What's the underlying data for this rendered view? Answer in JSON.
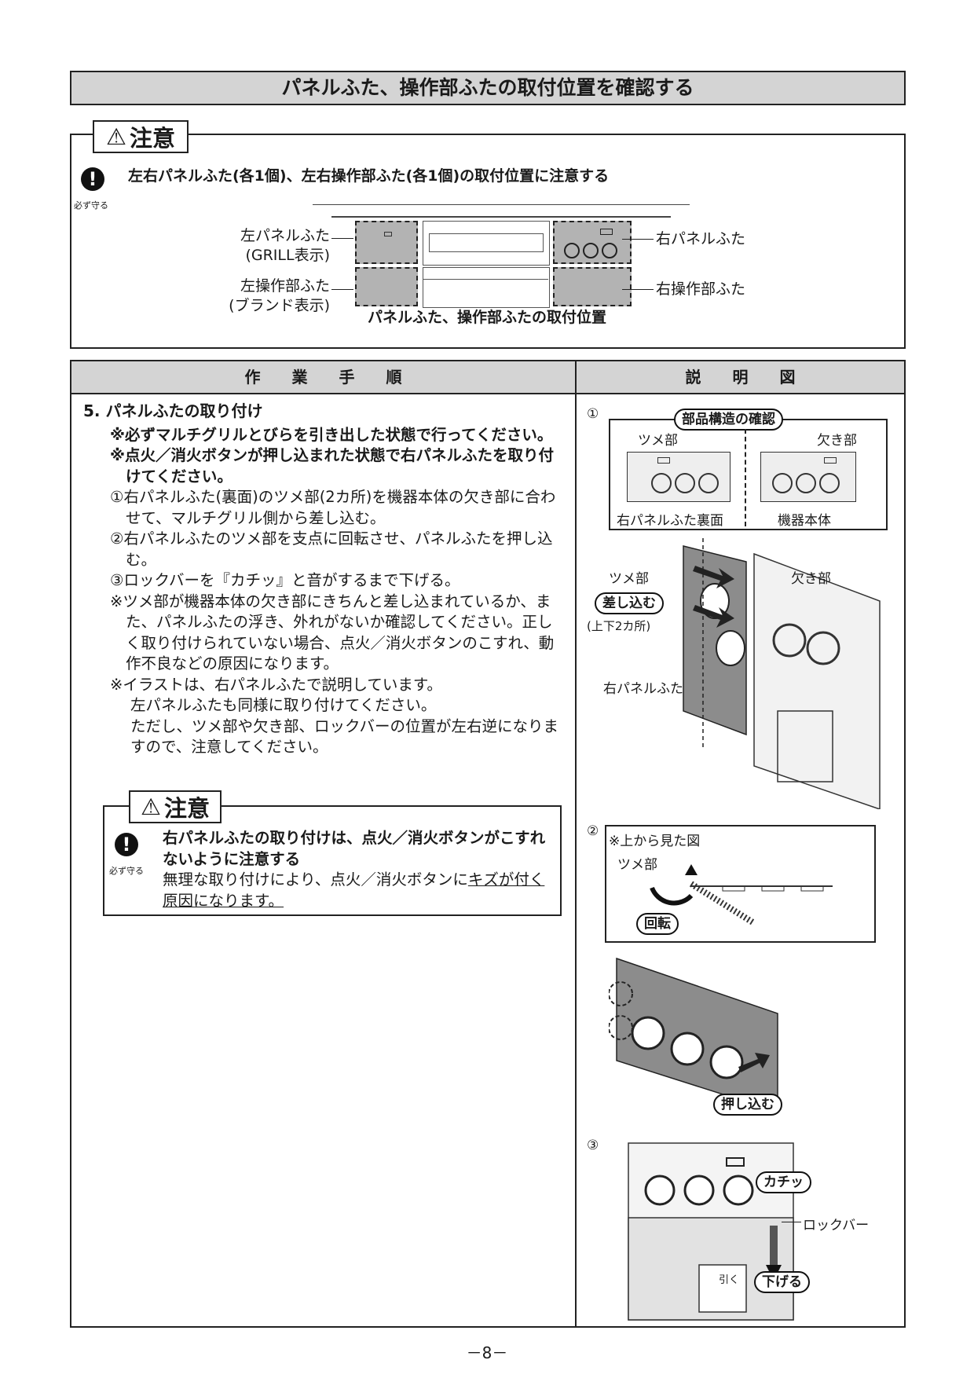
{
  "header": {
    "title": "パネルふた、操作部ふたの取付位置を確認する"
  },
  "caution1": {
    "tab_label": "注意",
    "mustdo_label": "必ず守る",
    "text": "左右パネルふた(各1個)、左右操作部ふた(各1個)の取付位置に注意する",
    "diagram": {
      "left_panel": "左パネルふた",
      "left_panel_note": "(GRILL表示)",
      "left_op": "左操作部ふた",
      "left_op_note": "(ブランド表示)",
      "right_panel": "右パネルふた",
      "right_op": "右操作部ふた",
      "caption": "パネルふた、操作部ふたの取付位置"
    }
  },
  "table": {
    "col_left": "作　　業　　手　　順",
    "col_right": "説　　明　　図"
  },
  "step": {
    "heading": "5. パネルふたの取り付け",
    "note1": "※必ずマルチグリルとびらを引き出した状態で行ってください。",
    "note2": "※点火／消火ボタンが押し込まれた状態で右パネルふたを取り付けてください。",
    "item1": "①右パネルふた(裏面)のツメ部(2カ所)を機器本体の欠き部に合わせて、マルチグリル側から差し込む。",
    "item2": "②右パネルふたのツメ部を支点に回転させ、パネルふたを押し込む。",
    "item3": "③ロックバーを『カチッ』と音がするまで下げる。",
    "note3": "※ツメ部が機器本体の欠き部にきちんと差し込まれているか、また、パネルふたの浮き、外れがないか確認してください。正しく取り付けられていない場合、点火／消火ボタンのこすれ、動作不良などの原因になります。",
    "note4_a": "※イラストは、右パネルふたで説明しています。",
    "note4_b": "左パネルふたも同様に取り付けてください。",
    "note4_c": "ただし、ツメ部や欠き部、ロックバーの位置が左右逆になりますので、注意してください。"
  },
  "caution2": {
    "tab_label": "注意",
    "mustdo_label": "必ず守る",
    "bold_text": "右パネルふたの取り付けは、点火／消火ボタンがこすれないように注意する",
    "text_a": "無理な取り付けにより、点火／消火ボタンに",
    "text_b": "キズが付く原因になります。"
  },
  "figures": {
    "fig1": {
      "num": "①",
      "callout_title": "部品構造の確認",
      "tsume": "ツメ部",
      "kaki": "欠き部",
      "back_label": "右パネルふた裏面",
      "body_label": "機器本体",
      "tsume2": "ツメ部",
      "kaki2": "欠き部",
      "insert_label": "差し込む",
      "insert_note": "(上下2カ所)",
      "panel_label": "右パネルふた"
    },
    "fig2": {
      "num": "②",
      "top_view": "※上から見た図",
      "tsume": "ツメ部",
      "rotate_label": "回転",
      "push_label": "押し込む"
    },
    "fig3": {
      "num": "③",
      "click_label": "カチッ",
      "lockbar_label": "ロックバー",
      "down_label": "下げる",
      "pull_label": "引く"
    }
  },
  "footer": {
    "page": "－8－"
  }
}
